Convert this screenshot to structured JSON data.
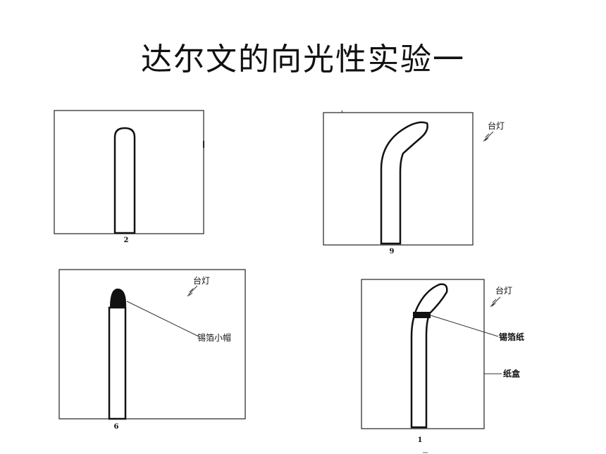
{
  "title": "达尔文的向光性实验一",
  "panels": [
    {
      "number": "2"
    },
    {
      "number": "9",
      "lamp_label": "台灯"
    },
    {
      "number": "6",
      "lamp_label": "台灯",
      "callout": "锡箔小帽"
    },
    {
      "number": "1",
      "lamp_label": "台灯",
      "callouts": [
        "锡箔纸",
        "纸盒"
      ]
    }
  ],
  "colors": {
    "ink": "#111111",
    "background": "#ffffff"
  }
}
